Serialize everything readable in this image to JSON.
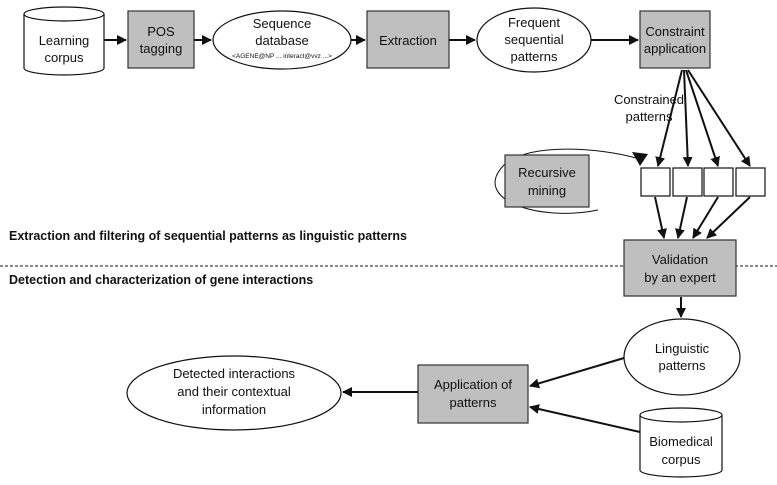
{
  "nodes": {
    "learning_corpus": [
      "Learning",
      "corpus"
    ],
    "pos_tagging": [
      "POS",
      "tagging"
    ],
    "sequence_database": [
      "Sequence",
      "database"
    ],
    "sequence_example": "<AGENE@NP ... interact@vvz ...>",
    "extraction": "Extraction",
    "frequent_patterns": [
      "Frequent",
      "sequential",
      "patterns"
    ],
    "constraint_application": [
      "Constraint",
      "application"
    ],
    "constrained_patterns": [
      "Constrained",
      "patterns"
    ],
    "recursive_mining": [
      "Recursive",
      "mining"
    ],
    "validation": [
      "Validation",
      "by an expert"
    ],
    "linguistic_patterns": [
      "Linguistic",
      "patterns"
    ],
    "application_of_patterns": [
      "Application of",
      "patterns"
    ],
    "detected_interactions": [
      "Detected interactions",
      "and their contextual",
      "information"
    ],
    "biomedical_corpus": [
      "Biomedical",
      "corpus"
    ]
  },
  "sections": {
    "top": "Extraction and filtering of sequential patterns as linguistic patterns",
    "bottom": "Detection and characterization of gene interactions"
  }
}
